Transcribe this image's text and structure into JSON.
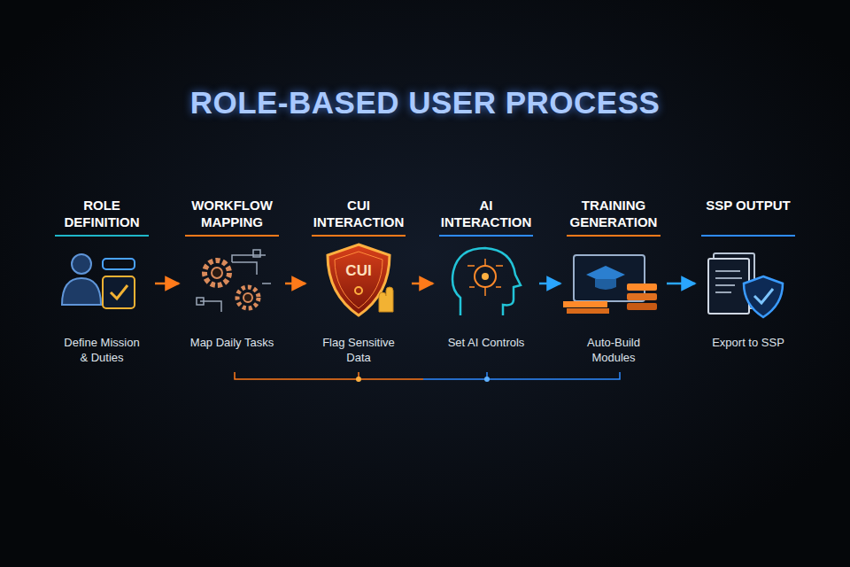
{
  "diagram": {
    "title": "ROLE-BASED USER PROCESS",
    "nodes": [
      {
        "text": [
          "ROLE DEFINITION",
          "Define Mission & Duties"
        ]
      },
      {
        "text": [
          "WORKFLOW MAPPING",
          "Map Daily Tasks"
        ]
      },
      {
        "text": [
          "CUI INTERACTION",
          "Flag Sensitive Data"
        ]
      },
      {
        "text": [
          "AI INTERACTION",
          "Set AI Controls"
        ]
      },
      {
        "text": [
          "TRAINING GENERATION",
          "Auto-Build Modules"
        ]
      },
      {
        "text": [
          "SSP OUTPUT",
          "Export to SSP"
        ]
      }
    ],
    "edges": [
      {
        "from": 0,
        "to": 1,
        "arrow": "to"
      },
      {
        "from": 1,
        "to": 2,
        "arrow": "to"
      },
      {
        "from": 2,
        "to": 3,
        "arrow": "to"
      },
      {
        "from": 3,
        "to": 4,
        "arrow": "to"
      },
      {
        "from": 4,
        "to": 5,
        "arrow": "to"
      }
    ],
    "labels": [
      "CUI"
    ]
  }
}
